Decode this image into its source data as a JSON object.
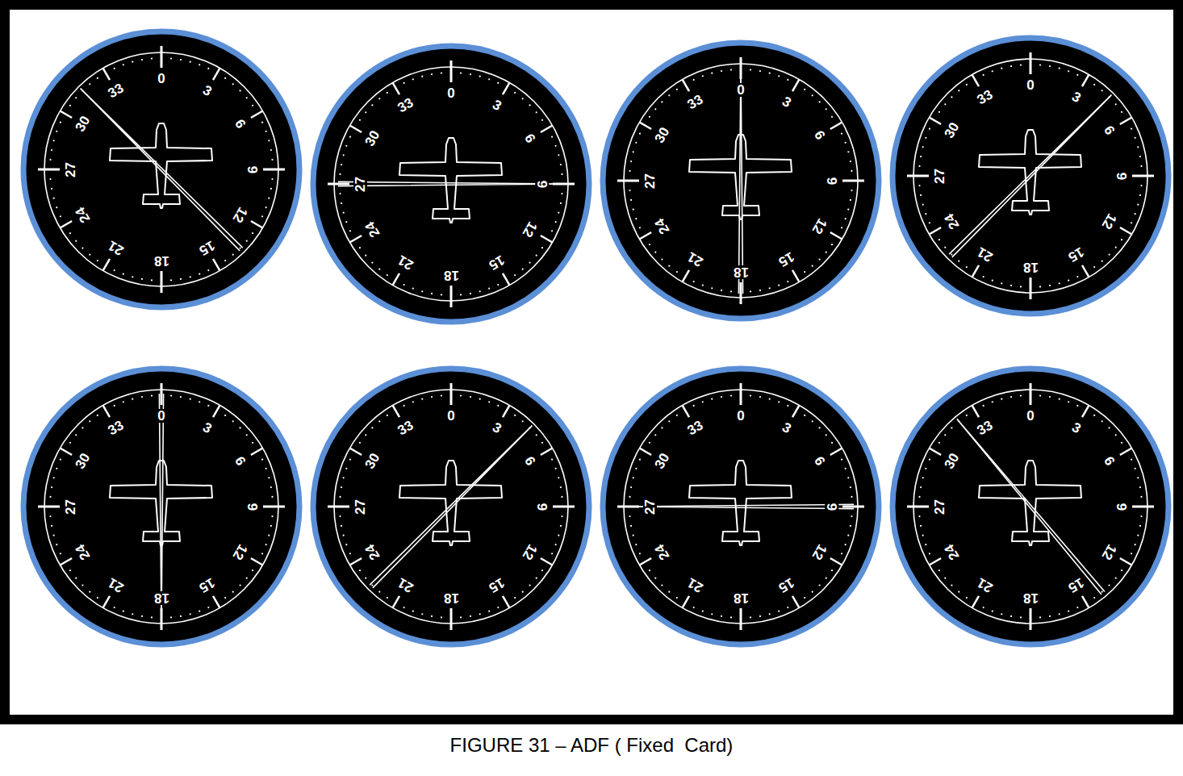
{
  "diagram": {
    "caption": "FIGURE 31 – ADF ( Fixed  Card)",
    "nodes": [
      {
        "text": [
          "0",
          "3",
          "6",
          "9",
          "12",
          "15",
          "18",
          "21",
          "24",
          "27",
          "30",
          "33"
        ]
      },
      {
        "text": [
          "0",
          "3",
          "6",
          "9",
          "12",
          "15",
          "18",
          "21",
          "24",
          "27",
          "30",
          "33"
        ]
      },
      {
        "text": [
          "0",
          "3",
          "6",
          "9",
          "12",
          "15",
          "18",
          "21",
          "24",
          "27",
          "30",
          "33"
        ]
      },
      {
        "text": [
          "0",
          "3",
          "6",
          "9",
          "12",
          "15",
          "18",
          "21",
          "24",
          "27",
          "30",
          "33"
        ]
      },
      {
        "text": [
          "0",
          "3",
          "6",
          "9",
          "12",
          "15",
          "18",
          "21",
          "24",
          "27",
          "30",
          "33"
        ]
      },
      {
        "text": [
          "0",
          "3",
          "6",
          "9",
          "12",
          "15",
          "18",
          "21",
          "24",
          "27",
          "30",
          "33"
        ]
      },
      {
        "text": [
          "0",
          "3",
          "6",
          "9",
          "12",
          "15",
          "18",
          "21",
          "24",
          "27",
          "30",
          "33"
        ]
      },
      {
        "text": [
          "0",
          "3",
          "6",
          "9",
          "12",
          "15",
          "18",
          "21",
          "24",
          "27",
          "30",
          "33"
        ]
      }
    ]
  }
}
